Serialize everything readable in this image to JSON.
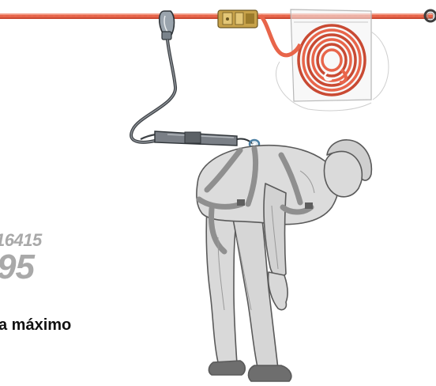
{
  "labels": {
    "standard_code": "16415",
    "class_number": "95",
    "caption": "a máximo"
  },
  "colors": {
    "rope": "#e8654a",
    "rope_dark": "#c94a33",
    "lanyard": "#7a7f86",
    "hardware": "#c7a24a",
    "snap_hook": "#9aa4ad",
    "worker_fill": "#d9d9d9",
    "worker_stroke": "#5a5a5a",
    "harness": "#8f8f8f",
    "label_gray": "#a9a9a9"
  },
  "icons": {
    "carabiner": "snap-hook-icon",
    "rope_grab": "rope-grab-icon",
    "anchor": "end-ring-icon"
  }
}
